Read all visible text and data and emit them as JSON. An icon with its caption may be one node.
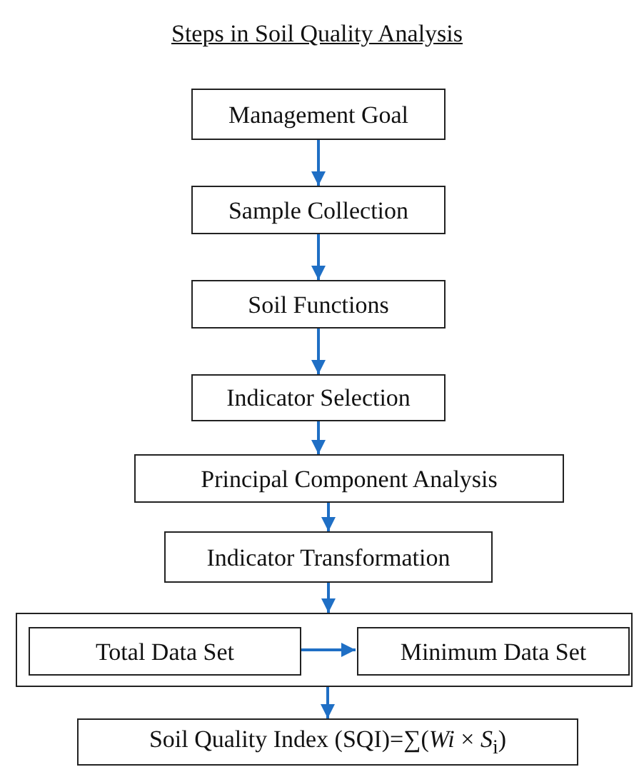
{
  "diagram": {
    "title": "Steps in Soil Quality Analysis",
    "nodes": [
      {
        "text": [
          "Management Goal"
        ]
      },
      {
        "text": [
          "Sample Collection"
        ]
      },
      {
        "text": [
          "Soil Functions"
        ]
      },
      {
        "text": [
          "Indicator Selection"
        ]
      },
      {
        "text": [
          "Principal Component Analysis"
        ]
      },
      {
        "text": [
          "Indicator Transformation"
        ]
      },
      {
        "text": [],
        "shape": "box"
      },
      {
        "text": [
          "Total Data Set"
        ],
        "in": 6
      },
      {
        "text": [
          "Minimum Data Set"
        ],
        "in": 6
      },
      {
        "text": [
          "Soil Quality Index (SQI)=∑(*Wi* × *S*$_{i}$)"
        ]
      }
    ],
    "edges": [
      {
        "from": 0,
        "to": 1,
        "arrow": "to"
      },
      {
        "from": 1,
        "to": 2,
        "arrow": "to"
      },
      {
        "from": 2,
        "to": 3,
        "arrow": "to"
      },
      {
        "from": 3,
        "to": 4,
        "arrow": "to"
      },
      {
        "from": 4,
        "to": 5,
        "arrow": "to"
      },
      {
        "from": 5,
        "to": 6,
        "arrow": "to"
      },
      {
        "from": 7,
        "to": 8,
        "arrow": "to"
      },
      {
        "from": 6,
        "to": 9,
        "arrow": "to"
      }
    ]
  }
}
